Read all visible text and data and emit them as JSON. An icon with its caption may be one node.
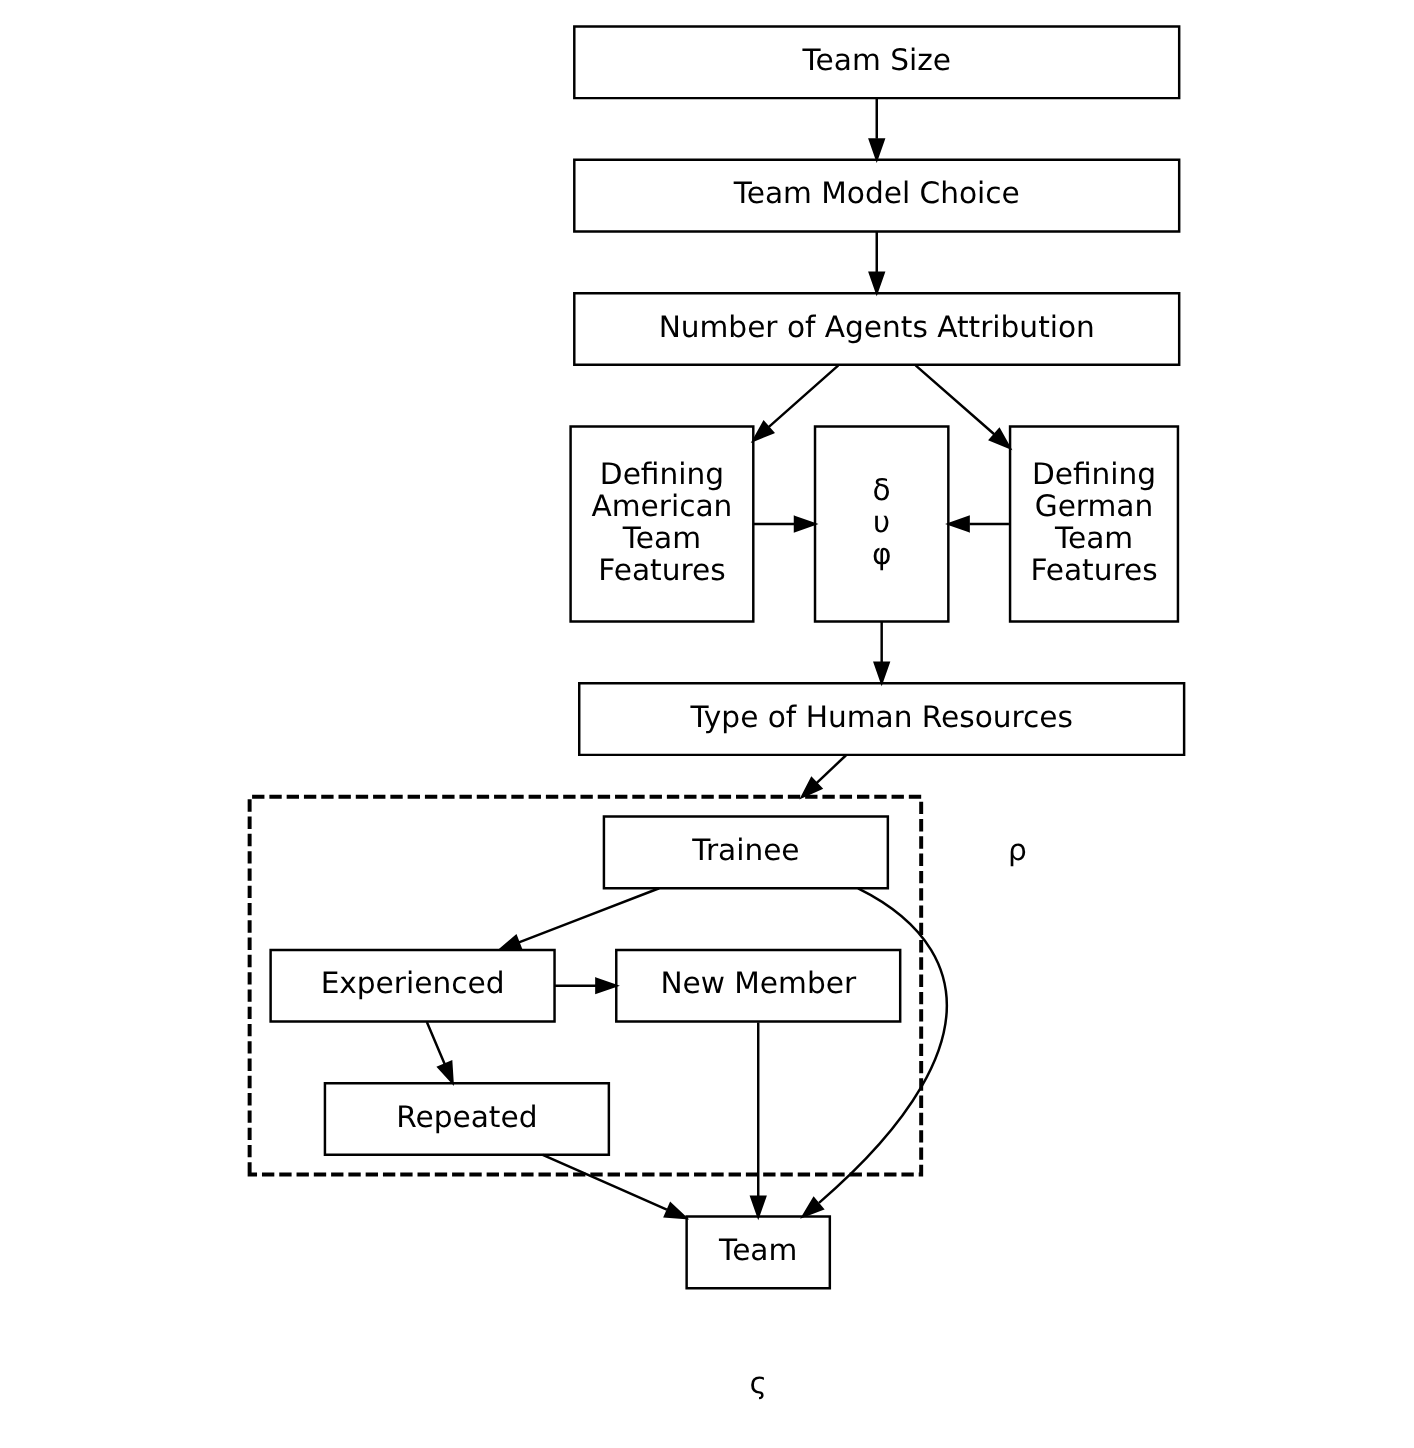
{
  "diagram": {
    "nodes": [
      {
        "text": [
          "Team Size"
        ]
      },
      {
        "text": [
          "Team Model Choice"
        ]
      },
      {
        "text": [
          "Number of Agents Attribution"
        ]
      },
      {
        "text": [
          "Defining American Team Features"
        ]
      },
      {
        "text": [
          "δ υ φ"
        ]
      },
      {
        "text": [
          "Defining German Team Features"
        ]
      },
      {
        "text": [
          "Type of Human Resources"
        ]
      },
      {
        "text": [],
        "shape": "box"
      },
      {
        "text": [
          "Trainee"
        ],
        "in": 7
      },
      {
        "text": [
          "New Member"
        ],
        "in": 7
      },
      {
        "text": [
          "Experienced"
        ],
        "in": 7
      },
      {
        "text": [
          "Repeated"
        ],
        "in": 7
      },
      {
        "text": [
          "Team"
        ]
      }
    ],
    "edges": [
      {
        "from": 0,
        "to": 1,
        "arrow": "to"
      },
      {
        "from": 1,
        "to": 2,
        "arrow": "to"
      },
      {
        "from": 2,
        "to": 3,
        "arrow": "to"
      },
      {
        "from": 2,
        "to": 5,
        "arrow": "to"
      },
      {
        "from": 3,
        "to": 4,
        "arrow": "to"
      },
      {
        "from": 5,
        "to": 4,
        "arrow": "to"
      },
      {
        "from": 4,
        "to": 6,
        "arrow": "to"
      },
      {
        "from": 6,
        "to": 7,
        "arrow": "to"
      },
      {
        "from": 8,
        "to": 12,
        "arrow": "to"
      },
      {
        "from": 8,
        "to": 10,
        "arrow": "to"
      },
      {
        "from": 9,
        "to": 12,
        "arrow": "to"
      },
      {
        "from": 10,
        "to": 9,
        "arrow": "to"
      },
      {
        "from": 10,
        "to": 11,
        "arrow": "to"
      },
      {
        "from": 11,
        "to": 12,
        "arrow": "to"
      }
    ],
    "labels": [
      "ρ",
      "ς"
    ]
  }
}
